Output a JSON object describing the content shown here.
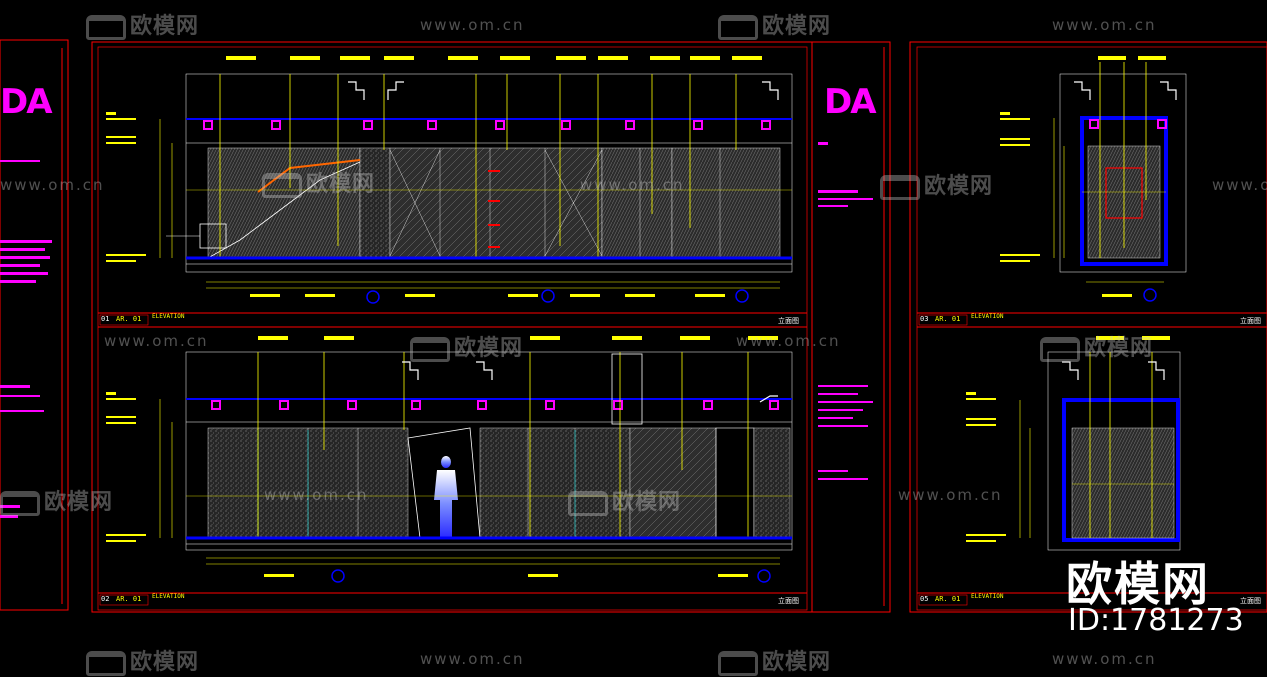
{
  "panels": [
    {
      "num": "01",
      "code": "AR. 01",
      "title": "ELEVATION",
      "title_cn": "立面图"
    },
    {
      "num": "02",
      "code": "AR. 01",
      "title": "ELEVATION",
      "title_cn": "立面图"
    },
    {
      "num": "03",
      "code": "AR. 01",
      "title": "ELEVATION",
      "title_cn": "立面图"
    },
    {
      "num": "05",
      "code": "AR. 01",
      "title": "ELEVATION",
      "title_cn": "立面图"
    }
  ],
  "watermarks": {
    "brand_cn": "欧模网",
    "url": "www.om.cn",
    "corner_brand": "欧模网",
    "corner_id": "ID:1781273"
  },
  "logo_text": "DA",
  "colors": {
    "background": "#000000",
    "frame": "#ff0000",
    "floor_line": "#0000ff",
    "dimension": "#ffff00",
    "accent": "#ff00ff",
    "panel_fill": "#3a3a3a"
  }
}
